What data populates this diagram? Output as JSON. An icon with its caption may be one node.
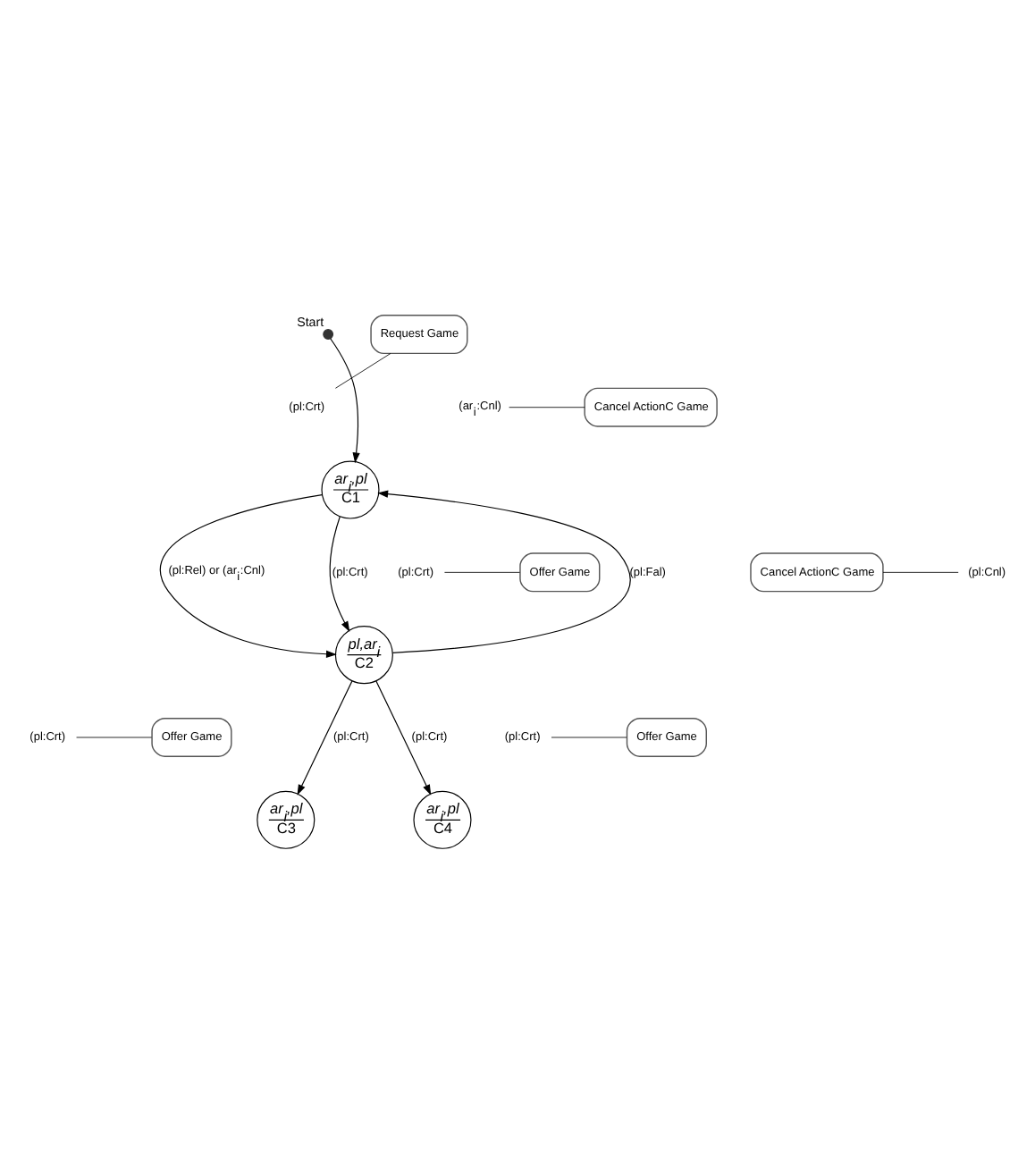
{
  "diagram": {
    "nodes": [
      {
        "text": [],
        "shape": "circle",
        "beside": [
          "Start"
        ]
      },
      {
        "text": [
          "ar$_{i}$,pl",
          "C1"
        ]
      },
      {
        "text": [
          "pl,ar$_{i}$",
          "C2"
        ]
      },
      {
        "text": [
          "ar$_{i}$,pl",
          "C3"
        ]
      },
      {
        "text": [
          "ar$_{i}$,pl",
          "C4"
        ]
      },
      {
        "text": [
          "(pl:Crt)"
        ]
      },
      {
        "text": [
          "Request Game"
        ]
      },
      {
        "text": [
          "(ar$_{i}$:Cnl)"
        ]
      },
      {
        "text": [
          "Cancel ActionC Game"
        ]
      },
      {
        "text": [
          "(pl:Crt)"
        ]
      },
      {
        "text": [
          "Offer Game"
        ]
      },
      {
        "text": [
          "Cancel ActionC Game"
        ]
      },
      {
        "text": [
          "(pl:Cnl)"
        ]
      },
      {
        "text": [
          "Offer Game"
        ]
      },
      {
        "text": [
          "(pl:Crt)"
        ]
      },
      {
        "text": [
          "Offer Game"
        ]
      },
      {
        "text": [
          "(pl:Crt)"
        ]
      }
    ],
    "edges": [
      {
        "from": 0,
        "to": 1,
        "arrow": "to"
      },
      {
        "from": 1,
        "to": 2,
        "arrow": "to",
        "label": "(pl:Rel) or (ar$_{i}$:Cnl)"
      },
      {
        "from": 1,
        "to": 2,
        "arrow": "to",
        "label": "(pl:Crt)"
      },
      {
        "from": 2,
        "to": 1,
        "arrow": "to",
        "label": "(pl:Fal)"
      },
      {
        "from": 2,
        "to": 3,
        "arrow": "to",
        "label": "(pl:Crt)"
      },
      {
        "from": 2,
        "to": 4,
        "arrow": "to",
        "label": "(pl:Crt)"
      },
      {
        "from": 6,
        "to": 5,
        "arrow": "none"
      },
      {
        "from": 8,
        "to": 7,
        "arrow": "none"
      },
      {
        "from": 10,
        "to": 9,
        "arrow": "none"
      },
      {
        "from": 11,
        "to": 12,
        "arrow": "none"
      },
      {
        "from": 13,
        "to": 14,
        "arrow": "none"
      },
      {
        "from": 15,
        "to": 16,
        "arrow": "none"
      }
    ]
  }
}
